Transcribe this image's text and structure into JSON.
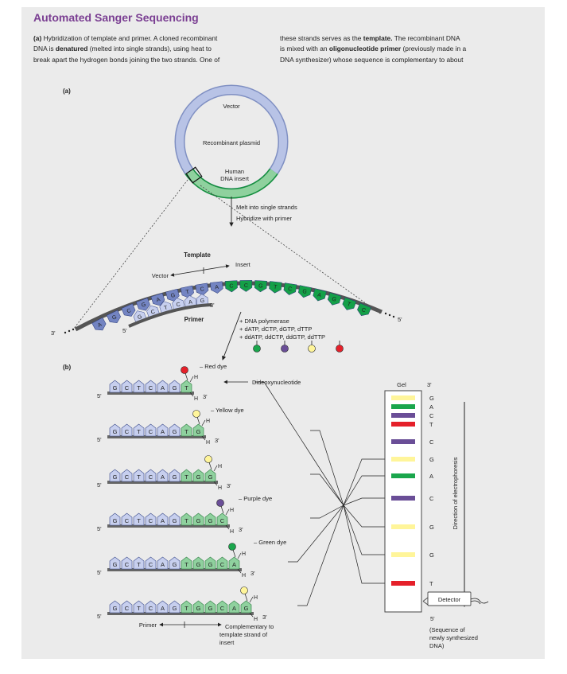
{
  "title": "Automated Sanger Sequencing",
  "intro": {
    "col1_line1_bold": "(a)",
    "col1_line1": " Hybridization of template and primer. A cloned recombinant",
    "col1_line2a": "DNA is ",
    "col1_line2b": "denatured",
    "col1_line2c": " (melted into single strands), using heat to",
    "col1_line3": "break apart the hydrogen bonds joining the two strands. One of",
    "col2_line1a": "these strands serves as the ",
    "col2_line1b": "template.",
    "col2_line1c": " The recombinant DNA",
    "col2_line2a": "is mixed with an ",
    "col2_line2b": "oligonucleotide primer",
    "col2_line2c": " (previously made in a",
    "col2_line3": "DNA synthesizer) whose sequence is complementary to about"
  },
  "part_a": {
    "label": "(a)",
    "vector": "Vector",
    "recombinant_plasmid": "Recombinant plasmid",
    "human_line1": "Human",
    "human_line2": "DNA insert",
    "melt": "Melt into single strands",
    "hybridize": "Hybridize with primer",
    "template": "Template",
    "vector2": "Vector",
    "insert": "Insert",
    "primer": "Primer",
    "three_prime": "3'",
    "five_prime": "5'",
    "template_bases": [
      "A",
      "G",
      "C",
      "G",
      "A",
      "G",
      "T",
      "C",
      "A",
      "C",
      "C",
      "G",
      "T",
      "C",
      "G",
      "A",
      "G",
      "T",
      "C"
    ],
    "primer_bases": [
      "G",
      "C",
      "T",
      "C",
      "A",
      "G"
    ],
    "reagents": [
      "+ DNA polymerase",
      "+ dATP, dCTP, dGTP, dTTP",
      "+ ddATP, ddCTP, ddGTP, ddTTP"
    ]
  },
  "part_b": {
    "label": "(b)",
    "red_dye": "– Red dye",
    "yellow_dye": "– Yellow dye",
    "purple_dye": "– Purple dye",
    "green_dye": "– Green dye",
    "dideoxy": "Dideoxynucleotide",
    "h": "H",
    "three_prime": "3'",
    "five_prime": "5'",
    "primer": "Primer",
    "complementary": [
      "Complementary to",
      "template strand of",
      "insert"
    ],
    "gel": "Gel",
    "gel_top": "3'",
    "gel_bottom": "5'",
    "direction": "Direction of electrophoresis",
    "detector": "Detector",
    "sequence_note": [
      "(Sequence of",
      "newly synthesized",
      "DNA)"
    ],
    "primer_strand": [
      "G",
      "C",
      "T",
      "C",
      "A",
      "G"
    ],
    "fragments": [
      {
        "bases": [
          "T"
        ],
        "dye": "red"
      },
      {
        "bases": [
          "T",
          "G"
        ],
        "dye": "yellow"
      },
      {
        "bases": [
          "T",
          "G",
          "G"
        ],
        "dye": "yellow"
      },
      {
        "bases": [
          "T",
          "G",
          "G",
          "C"
        ],
        "dye": "purple"
      },
      {
        "bases": [
          "T",
          "G",
          "G",
          "C",
          "A"
        ],
        "dye": "green"
      },
      {
        "bases": [
          "T",
          "G",
          "G",
          "C",
          "A",
          "G"
        ],
        "dye": "yellow"
      }
    ],
    "gel_bands_top": [
      "G",
      "A",
      "C",
      "T"
    ],
    "gel_bands": [
      "C",
      "G",
      "A",
      "C",
      "G",
      "G",
      "T"
    ]
  },
  "colors": {
    "red": "#e5202a",
    "yellow": "#fff59a",
    "purple": "#6a4e97",
    "green": "#1aa64c",
    "accent_title": "#7a3e92",
    "vector_blue": "#a8b5dd",
    "light_green": "#8fd19e"
  }
}
